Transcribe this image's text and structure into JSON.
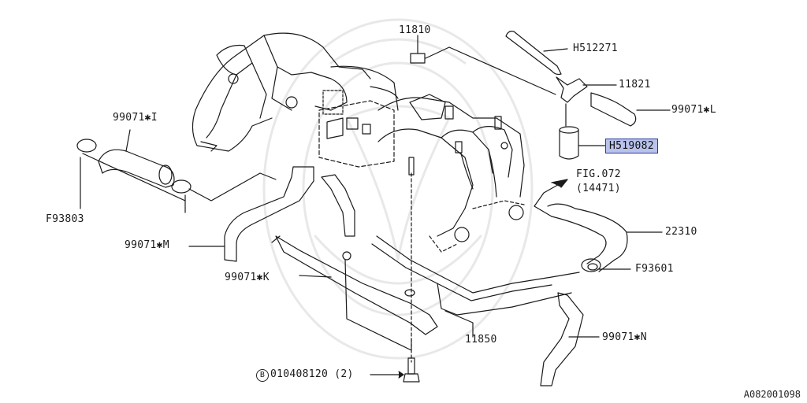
{
  "parts": {
    "p11810": "11810",
    "pH512271": "H512271",
    "p11821": "11821",
    "p99071L": "99071✱L",
    "pH519082": "H519082",
    "pFig072": "FIG.072",
    "pFig072b": "(14471)",
    "p22310": "22310",
    "pF93601": "F93601",
    "p99071N": "99071✱N",
    "p11850": "11850",
    "p99071K": "99071✱K",
    "p99071M": "99071✱M",
    "pF93803": "F93803",
    "p99071I": "99071✱I",
    "boltMark": "B",
    "bolt": "010408120 (2)"
  },
  "diagram_id": "A082001098",
  "colors": {
    "highlight": "#b9c2ec",
    "highlight_border": "#2b3a9a",
    "line": "#1a1a1a"
  }
}
